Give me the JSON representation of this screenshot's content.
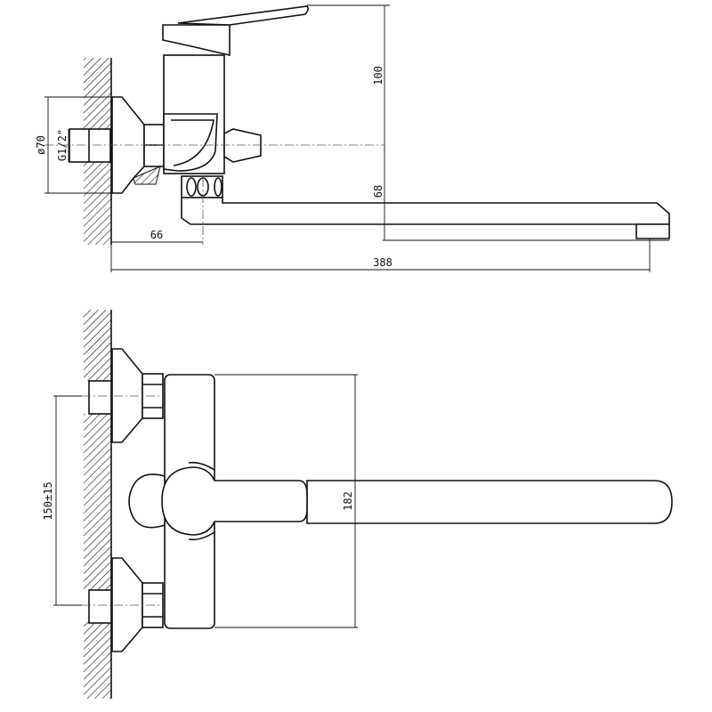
{
  "title": "Wall-mounted mixer faucet technical drawing",
  "side_view": {
    "dimensions": {
      "height": "100",
      "spout_height": "68",
      "depth": "66",
      "length": "388",
      "flange_diameter": "ø70",
      "thread": "G1/2\""
    }
  },
  "top_view": {
    "dimensions": {
      "spacing": "150±15",
      "body_height": "182"
    }
  },
  "colors": {
    "line": "#111111",
    "background": "#ffffff"
  }
}
